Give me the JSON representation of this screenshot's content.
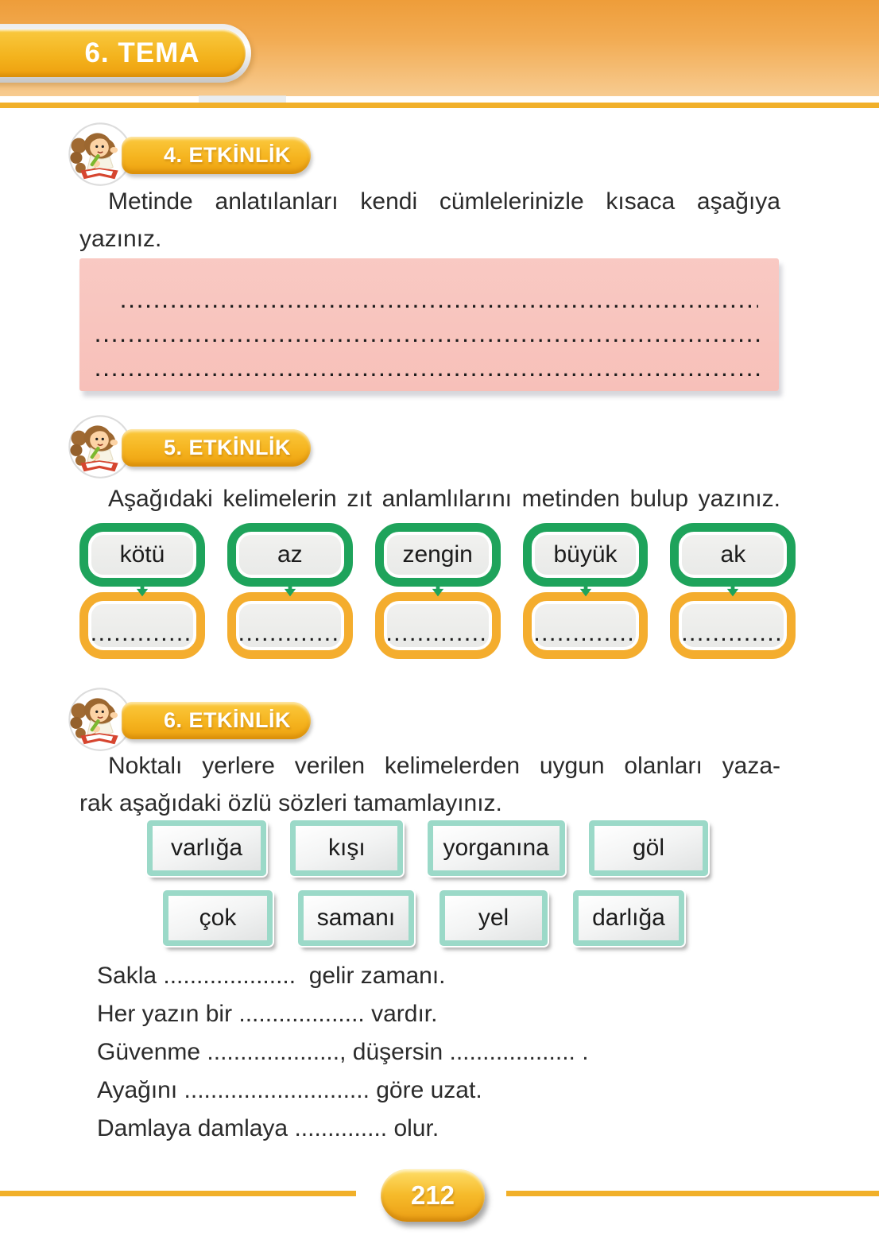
{
  "header": {
    "tema_label": "6. TEMA"
  },
  "activity4": {
    "badge_label": "4. ETKİNLİK",
    "instruction_line1": "Metinde anlatılanları kendi cümlelerinizle kısaca aşağıya",
    "instruction_line2": "yazınız.",
    "answer_lines": [
      "................................................................................",
      "................................................................................",
      "................................................................................"
    ]
  },
  "activity5": {
    "badge_label": "5. ETKİNLİK",
    "instruction": "Aşağıdaki kelimelerin zıt anlamlılarını metinden bulup yazınız.",
    "pairs": [
      {
        "word": "kötü",
        "answer_dots": "............."
      },
      {
        "word": "az",
        "answer_dots": "............."
      },
      {
        "word": "zengin",
        "answer_dots": "............."
      },
      {
        "word": "büyük",
        "answer_dots": "............."
      },
      {
        "word": "ak",
        "answer_dots": "............."
      }
    ]
  },
  "activity6": {
    "badge_label": "6. ETKİNLİK",
    "instruction_line1": "Noktalı yerlere verilen kelimelerden uygun olanları yaza-",
    "instruction_line2": "rak aşağıdaki özlü sözleri tamamlayınız.",
    "word_bank_row1": [
      "varlığa",
      "kışı",
      "yorganına",
      "göl"
    ],
    "word_bank_row2": [
      "çok",
      "samanı",
      "yel",
      "darlığa"
    ],
    "sentences": [
      "Sakla ....................  gelir zamanı.",
      "Her yazın bir ................... vardır.",
      "Güvenme ...................., düşersin ................... .",
      "Ayağını ............................ göre uzat.",
      "Damlaya damlaya .............. olur."
    ]
  },
  "footer": {
    "page_number": "212"
  },
  "colors": {
    "header_orange": "#ee9d3a",
    "accent_gold": "#f1b02a",
    "badge_gold": "#f5b41f",
    "pink_box": "#f8c4bd",
    "green_border": "#1ea35b",
    "orange_border": "#f4ad2e",
    "teal_border": "#9bd9c8"
  }
}
